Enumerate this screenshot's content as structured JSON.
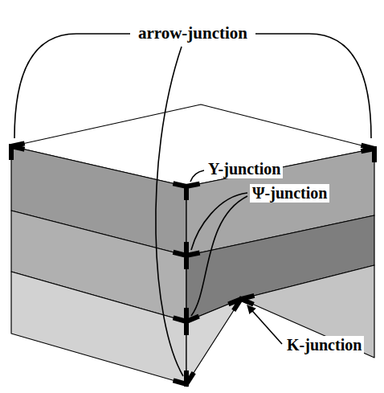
{
  "diagram": {
    "labels": [
      "arrow-junction",
      "Y-junction",
      "Ψ-junction",
      "K-junction"
    ]
  }
}
